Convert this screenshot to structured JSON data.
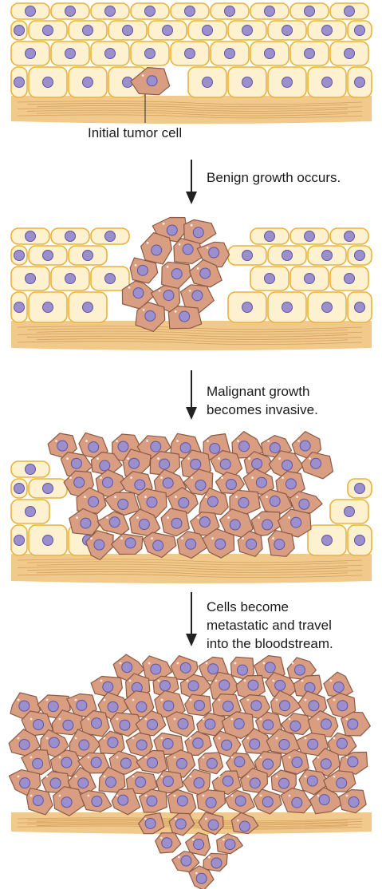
{
  "labels": {
    "initial": "Initial tumor cell",
    "step1": "Benign growth occurs.",
    "step2_line1": "Malignant growth",
    "step2_line2": "becomes invasive.",
    "step3_line1": "Cells become",
    "step3_line2": "metastatic and travel",
    "step3_line3": "into the bloodstream."
  },
  "colors": {
    "normal_cell_fill": "#fdf1cf",
    "normal_cell_stroke": "#e8b33c",
    "tumor_cell_fill": "#d99d82",
    "tumor_cell_stroke": "#8c5a44",
    "nucleus": "#9b8fcd",
    "nucleus_stroke": "#5f55a0",
    "connective_tissue": "#f1c98a",
    "arrow": "#222222"
  }
}
